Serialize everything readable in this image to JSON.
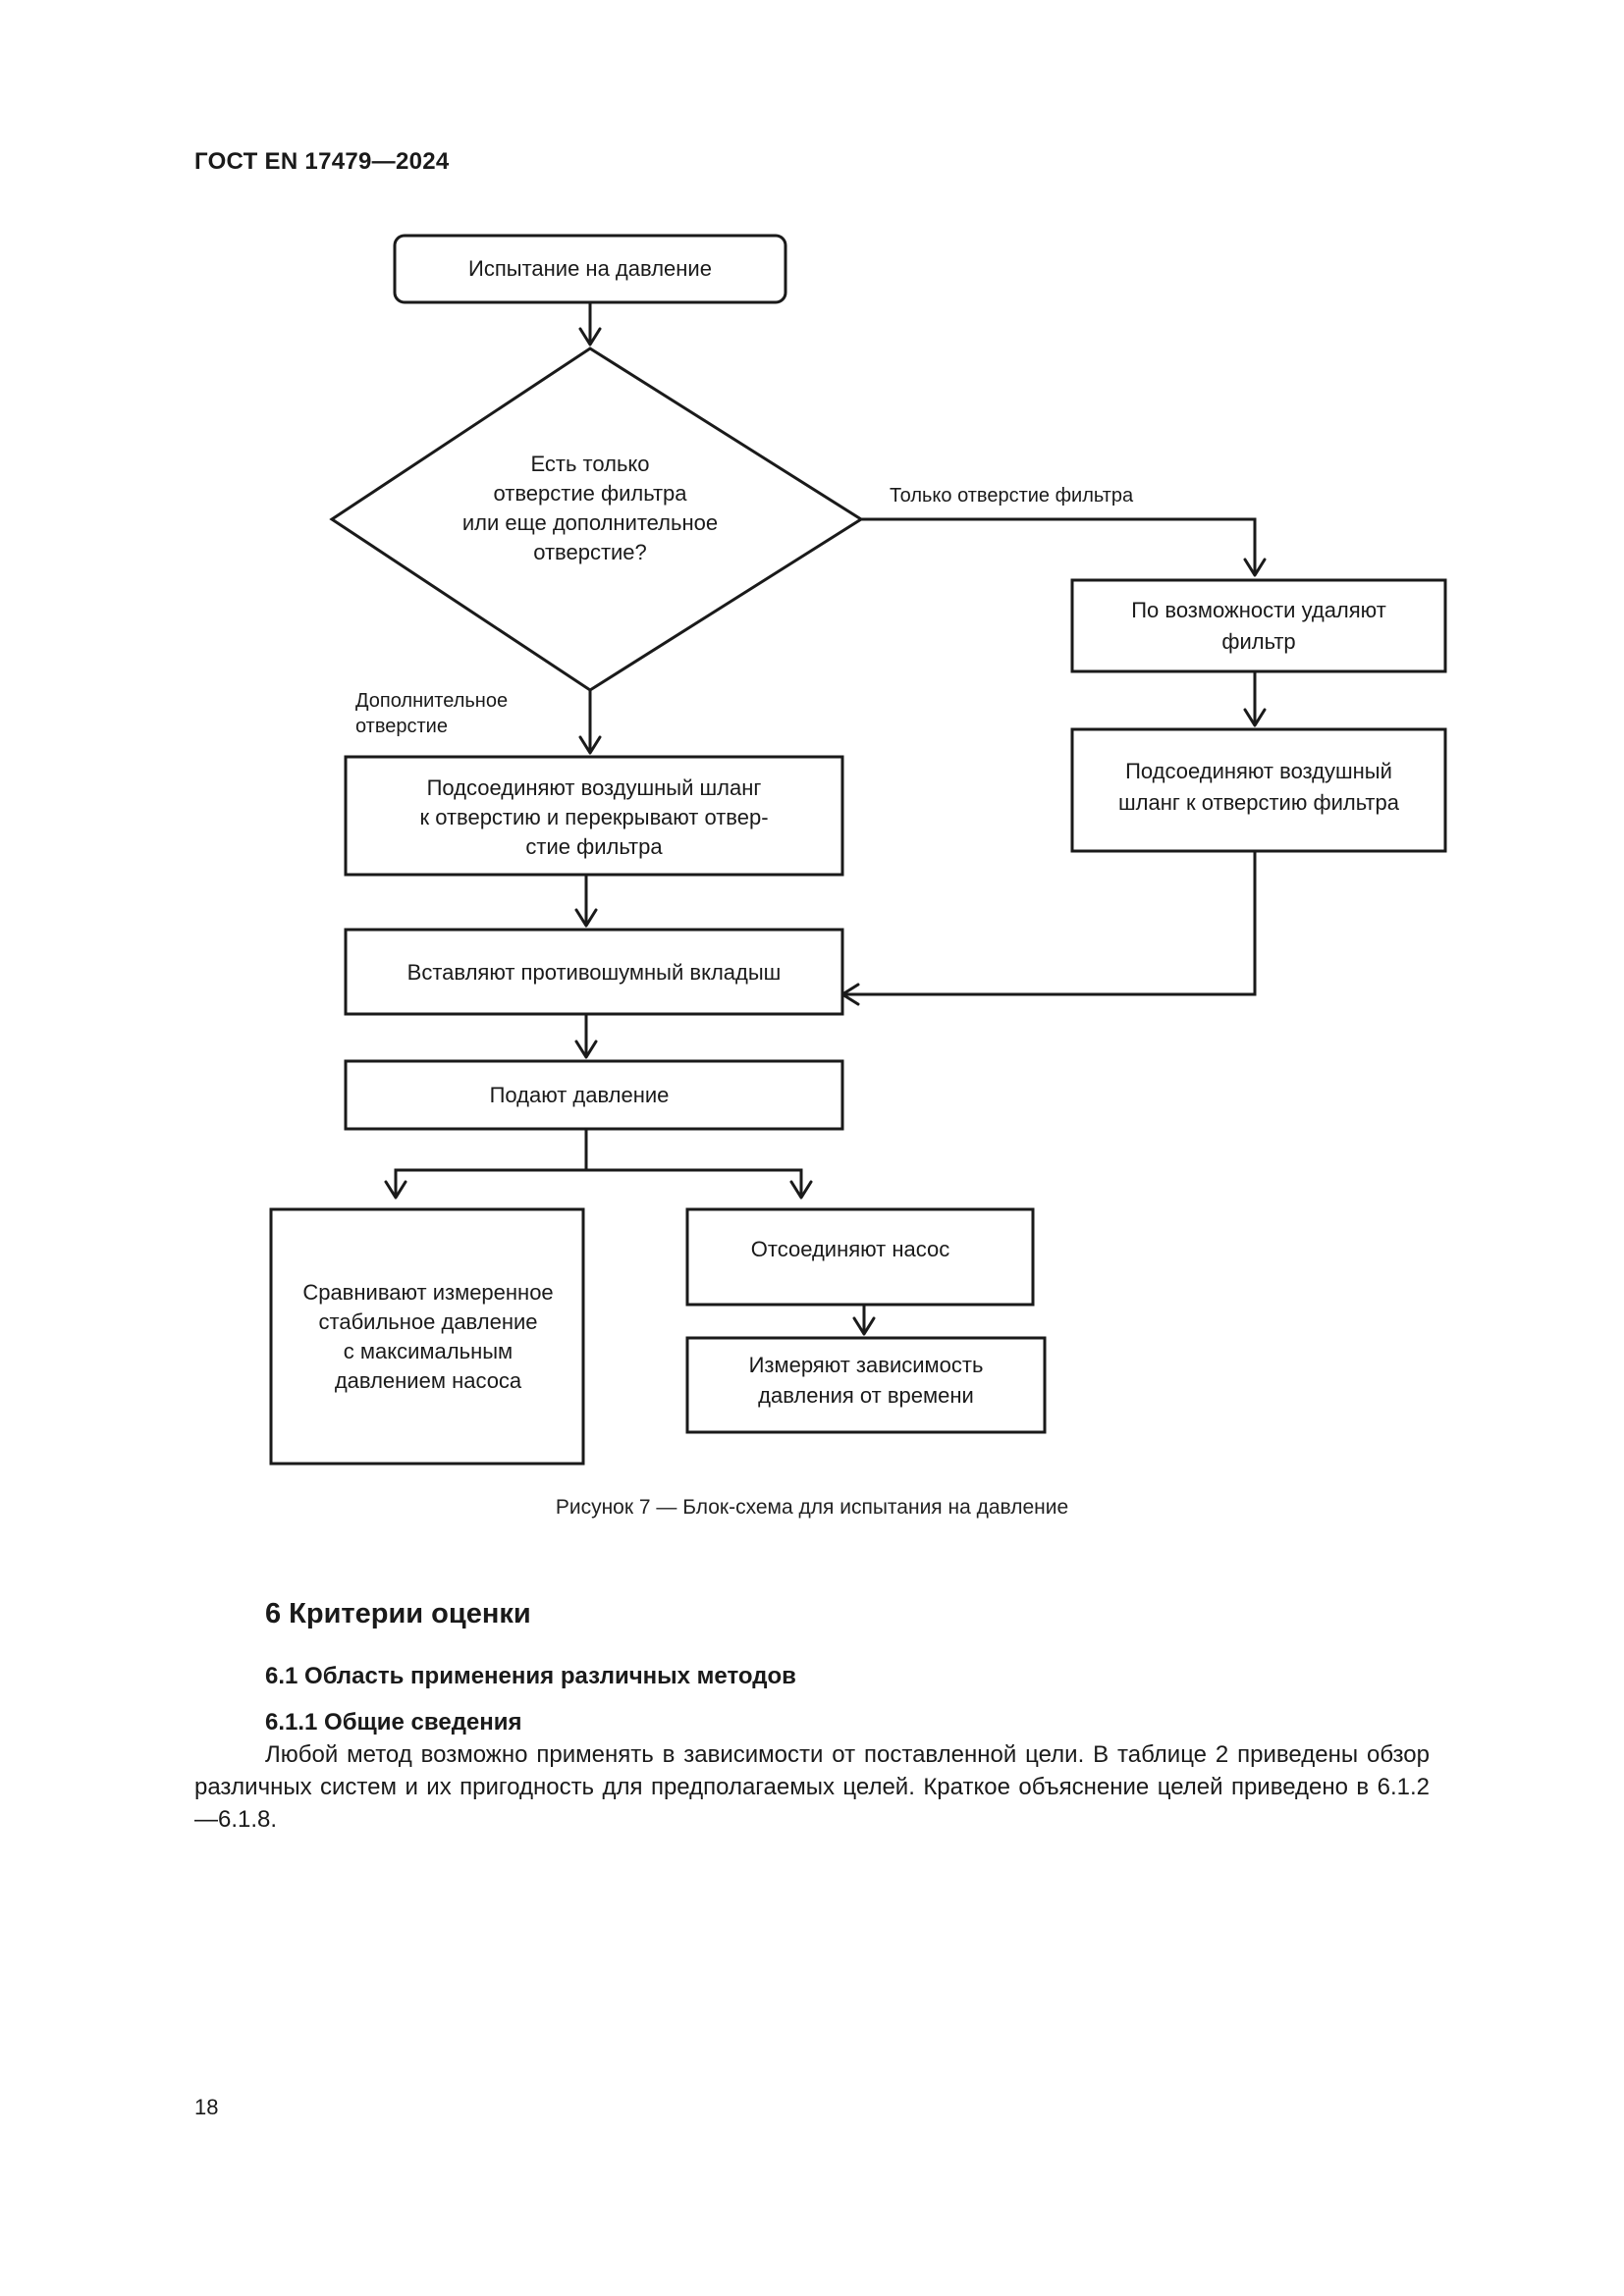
{
  "header": {
    "doc_id": "ГОСТ EN 17479—2024"
  },
  "flowchart": {
    "start": {
      "lines": [
        "Испытание на давление"
      ]
    },
    "decision": {
      "lines": [
        "Есть только",
        "отверстие фильтра",
        "или еще дополнительное",
        "отверстие?"
      ]
    },
    "label_only_filter": "Только отверстие фильтра",
    "label_additional": [
      "Дополнительное",
      "отверстие"
    ],
    "remove_filter": {
      "lines": [
        "По возможности удаляют",
        "фильтр"
      ]
    },
    "connect_filter": {
      "lines": [
        "Подсоединяют воздушный",
        "шланг к отверстию фильтра"
      ]
    },
    "connect_additional": {
      "lines": [
        "Подсоединяют воздушный шланг",
        "к отверстию и перекрывают отвер-",
        "стие фильтра"
      ]
    },
    "insert_plug": {
      "lines": [
        "Вставляют противошумный вкладыш"
      ]
    },
    "apply_pressure": {
      "lines": [
        "Подают давление"
      ]
    },
    "compare": {
      "lines": [
        "Сравнивают измеренное",
        "стабильное давление",
        "с максимальным",
        "давлением насоса"
      ]
    },
    "disconnect_pump": {
      "lines": [
        "Отсоединяют насос"
      ]
    },
    "measure": {
      "lines": [
        "Измеряют зависимость",
        "давления от времени"
      ]
    }
  },
  "figure_caption": "Рисунок 7 — Блок-схема для испытания на давление",
  "section": {
    "title": "6 Критерии оценки",
    "subsection_title": "6.1 Область применения различных методов",
    "subsubsection_title": "6.1.1 Общие сведения",
    "paragraph": "Любой метод возможно применять в зависимости от поставленной цели. В таблице 2 приведены обзор различных систем и их пригодность для предполагаемых целей. Краткое объяснение целей приведено в 6.1.2—6.1.8."
  },
  "page_number": "18"
}
